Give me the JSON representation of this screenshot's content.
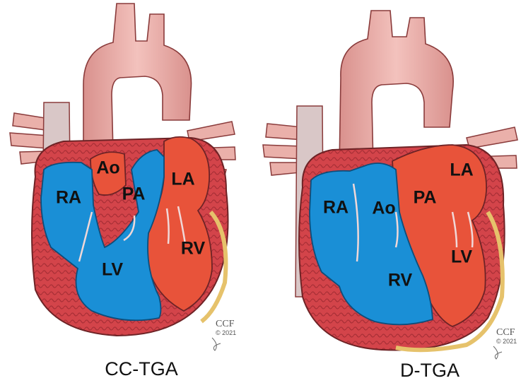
{
  "diagrams": [
    {
      "caption": "CC-TGA",
      "labels": {
        "ao": "Ao",
        "pa": "PA",
        "ra": "RA",
        "la": "LA",
        "lv": "LV",
        "rv": "RV"
      },
      "credit": {
        "logo": "CCF",
        "year": "© 2021"
      }
    },
    {
      "caption": "D-TGA",
      "labels": {
        "ra": "RA",
        "ao": "Ao",
        "pa": "PA",
        "la": "LA",
        "rv": "RV",
        "lv": "LV"
      },
      "credit": {
        "logo": "CCF",
        "year": "© 2021"
      }
    }
  ],
  "colors": {
    "deoxygenated_blue": "#1a8fd6",
    "oxygenated_red": "#e8533a",
    "myocardium": "#d3444a",
    "great_vessel_pink": "#eba9a4",
    "fat_yellow": "#e6c26b"
  }
}
